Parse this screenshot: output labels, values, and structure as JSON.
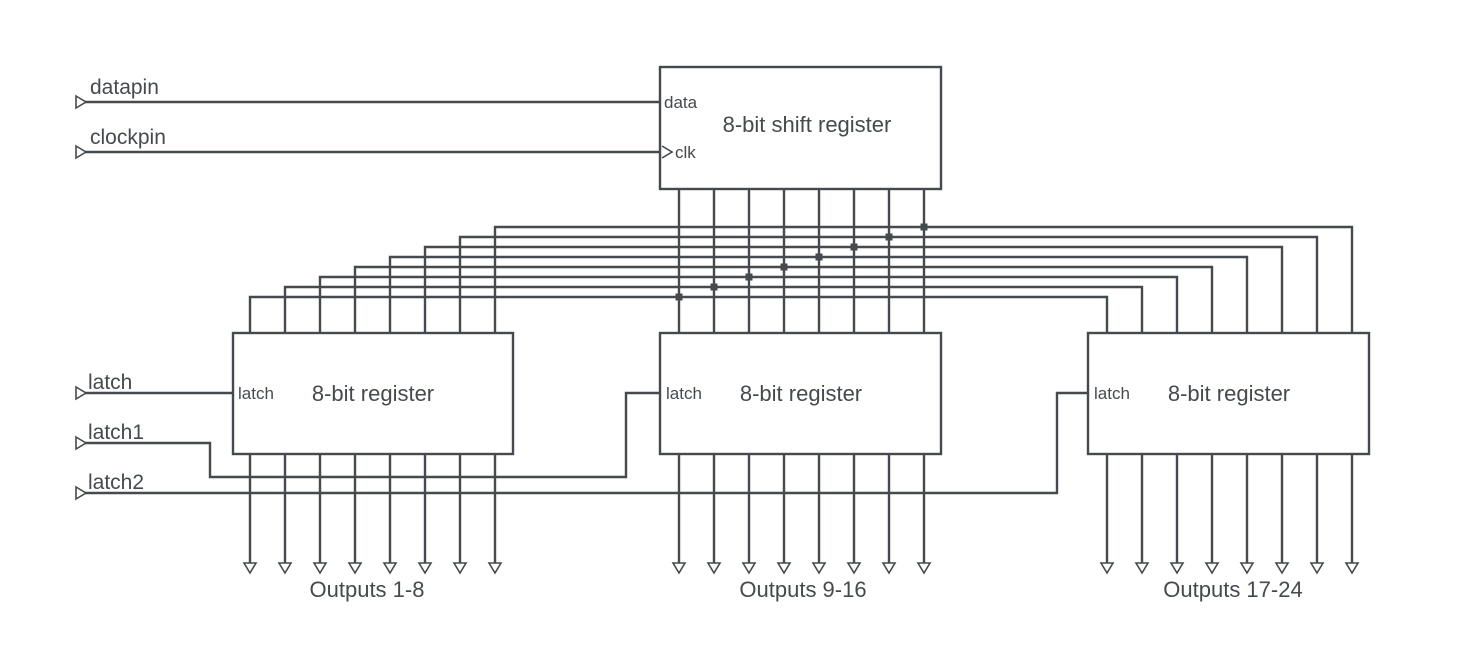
{
  "inputs": {
    "datapin": "datapin",
    "clockpin": "clockpin",
    "latch": "latch",
    "latch1": "latch1",
    "latch2": "latch2"
  },
  "shift_register": {
    "title": "8-bit shift register",
    "data_port": "data",
    "clk_port": "clk"
  },
  "registers": [
    {
      "title": "8-bit register",
      "latch_port": "latch",
      "outputs_label": "Outputs 1-8"
    },
    {
      "title": "8-bit register",
      "latch_port": "latch",
      "outputs_label": "Outputs 9-16"
    },
    {
      "title": "8-bit register",
      "latch_port": "latch",
      "outputs_label": "Outputs 17-24"
    }
  ],
  "colors": {
    "line": "#454a4f",
    "background": "#ffffff"
  }
}
